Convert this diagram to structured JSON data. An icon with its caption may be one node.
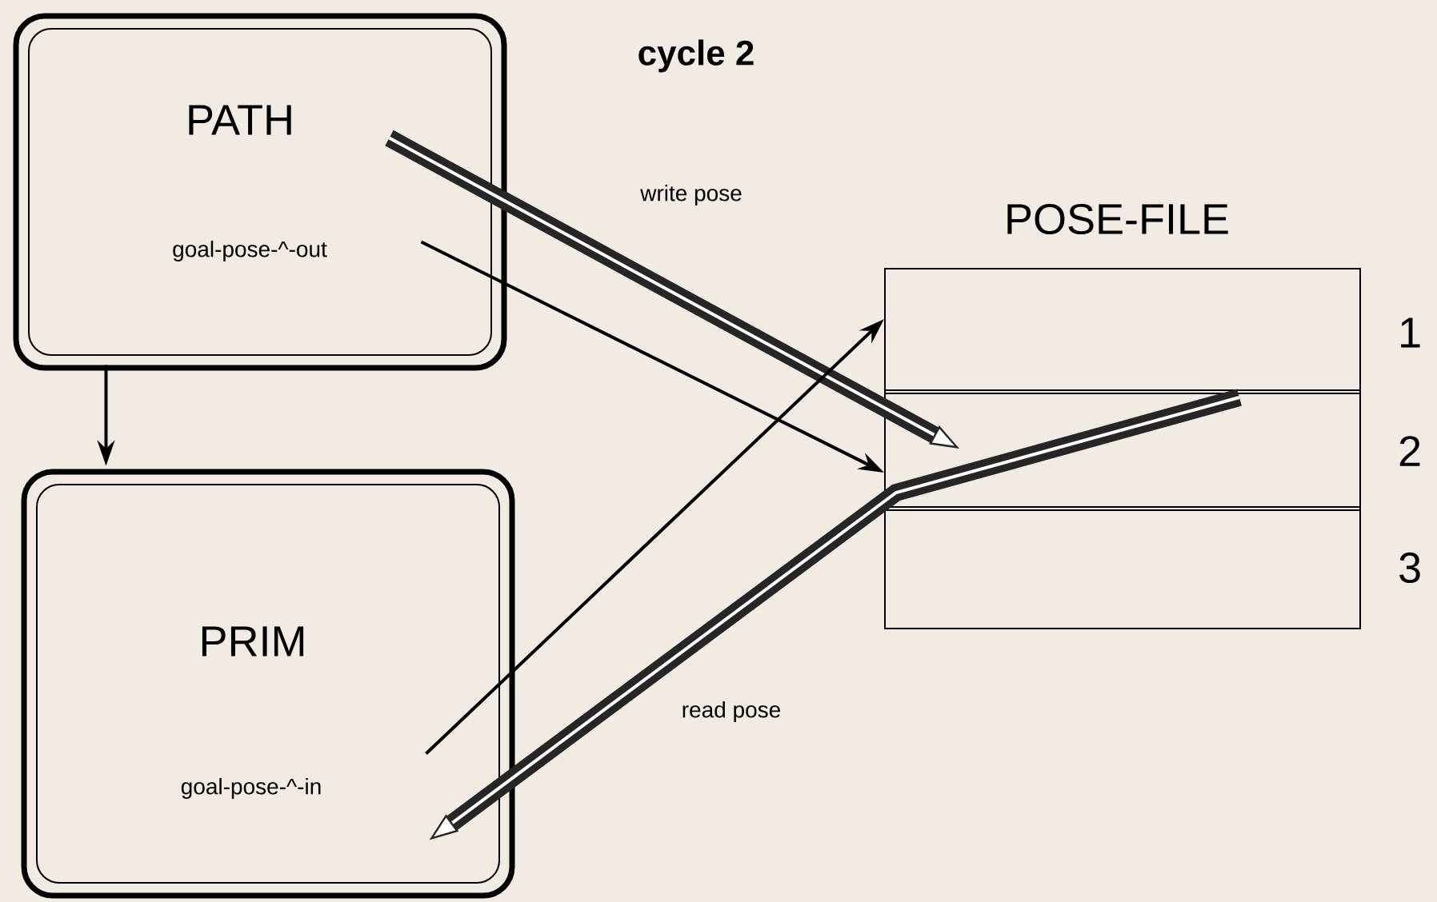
{
  "diagram": {
    "title": "cycle 2",
    "nodes": [
      {
        "text": [
          "PATH",
          "goal-pose-^-out"
        ]
      },
      {
        "text": [
          "PRIM",
          "goal-pose-^-in"
        ]
      },
      {
        "text": [
          "POSE-FILE"
        ]
      },
      {
        "text": [],
        "shape": "box",
        "in": 2,
        "beside": [
          "1"
        ]
      },
      {
        "text": [],
        "shape": "box",
        "in": 2,
        "beside": [
          "2"
        ]
      },
      {
        "text": [],
        "shape": "box",
        "in": 2,
        "beside": [
          "3"
        ]
      }
    ],
    "edges": [
      {
        "from": 0,
        "to": 1,
        "arrow": "to"
      },
      {
        "from": 0,
        "to": 4,
        "arrow": "to",
        "style": "thick",
        "label": "write pose"
      },
      {
        "from": 0,
        "to": 4,
        "arrow": "to"
      },
      {
        "from": 1,
        "to": 3,
        "arrow": "to"
      },
      {
        "from": 4,
        "to": 1,
        "arrow": "to",
        "style": "thick",
        "label": "read pose"
      }
    ]
  }
}
